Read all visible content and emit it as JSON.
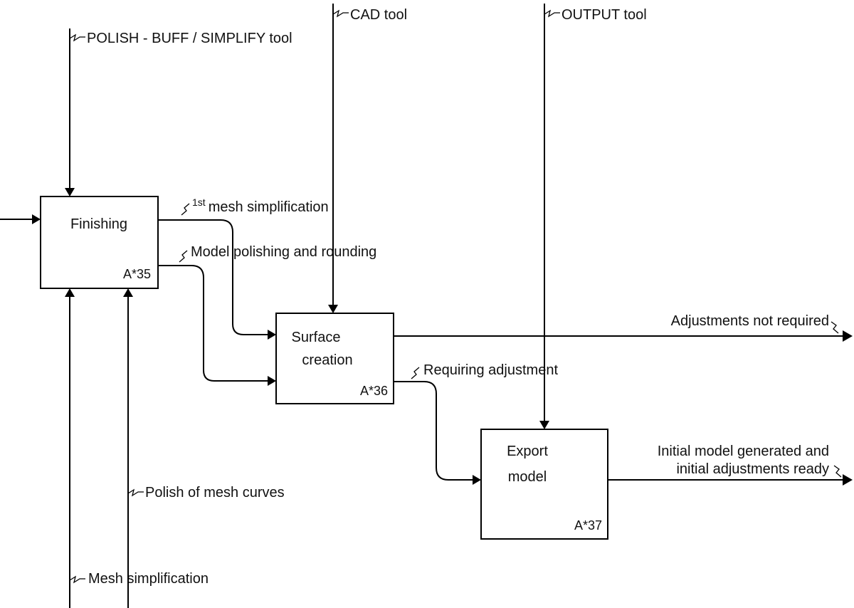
{
  "boxes": [
    {
      "id": "finishing",
      "title_lines": [
        "Finishing"
      ],
      "node": "A*35"
    },
    {
      "id": "surface_creation",
      "title_lines": [
        "Surface",
        "creation"
      ],
      "node": "A*36"
    },
    {
      "id": "export_model",
      "title_lines": [
        "Export",
        "model"
      ],
      "node": "A*37"
    }
  ],
  "mechanisms": {
    "polish_buff": "POLISH - BUFF / SIMPLIFY tool",
    "cad_tool": "CAD tool",
    "output_tool": "OUTPUT tool"
  },
  "flows": {
    "first_mesh_sup": "1st",
    "first_mesh_rest": "mesh simplification",
    "model_polishing": "Model polishing and rounding",
    "adjustments_not_required": "Adjustments not required",
    "requiring_adjustment": "Requiring adjustment",
    "initial_model_line1": "Initial model generated and",
    "initial_model_line2": "initial adjustments ready"
  },
  "controls": {
    "polish_mesh_curves": "Polish of mesh curves",
    "mesh_simplification": "Mesh simplification"
  }
}
